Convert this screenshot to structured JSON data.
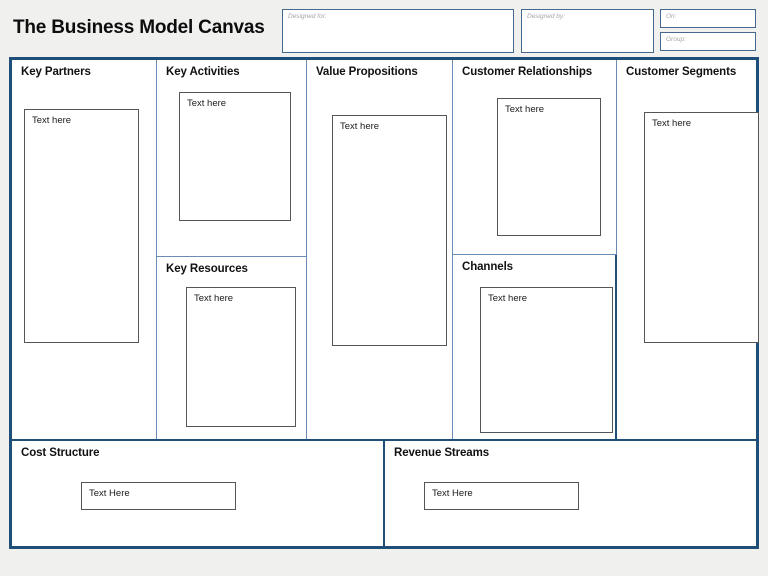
{
  "header": {
    "title": "The Business Model Canvas",
    "fields": [
      {
        "name": "designed-for",
        "label": "Designed for:",
        "value": ""
      },
      {
        "name": "designed-by",
        "label": "Designed by:",
        "value": ""
      },
      {
        "name": "on",
        "label": "On:",
        "value": ""
      },
      {
        "name": "group",
        "label": "Group:",
        "value": ""
      }
    ]
  },
  "canvas": {
    "blocks": {
      "key_partners": {
        "title": "Key Partners",
        "note": "Text here"
      },
      "key_activities": {
        "title": "Key Activities",
        "note": "Text here"
      },
      "key_resources": {
        "title": "Key Resources",
        "note": "Text here"
      },
      "value_propositions": {
        "title": "Value Propositions",
        "note": "Text here"
      },
      "customer_relationships": {
        "title": "Customer Relationships",
        "note": "Text here"
      },
      "channels": {
        "title": "Channels",
        "note": "Text here"
      },
      "customer_segments": {
        "title": "Customer Segments",
        "note": "Text here"
      },
      "cost_structure": {
        "title": "Cost Structure",
        "note": "Text Here"
      },
      "revenue_streams": {
        "title": "Revenue Streams",
        "note": "Text Here"
      }
    }
  },
  "colors": {
    "canvas_border": "#1f4e79",
    "cell_divider": "#6b8db3",
    "page_background": "#f0f0ef",
    "textbox_border": "#555555",
    "label_gray": "#a6a6a6"
  }
}
